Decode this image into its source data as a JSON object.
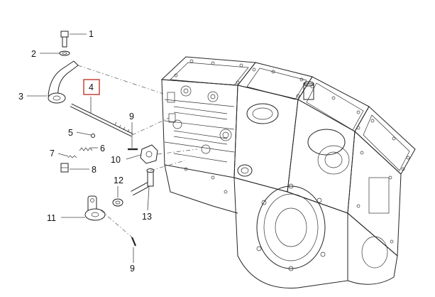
{
  "callouts": [
    {
      "id": "c1",
      "label": "1"
    },
    {
      "id": "c2",
      "label": "2"
    },
    {
      "id": "c3",
      "label": "3"
    },
    {
      "id": "c4",
      "label": "4",
      "highlighted": true
    },
    {
      "id": "c5",
      "label": "5"
    },
    {
      "id": "c6",
      "label": "6"
    },
    {
      "id": "c7",
      "label": "7"
    },
    {
      "id": "c8",
      "label": "8"
    },
    {
      "id": "c9a",
      "label": "9"
    },
    {
      "id": "c10",
      "label": "10"
    },
    {
      "id": "c11",
      "label": "11"
    },
    {
      "id": "c12",
      "label": "12"
    },
    {
      "id": "c13",
      "label": "13"
    },
    {
      "id": "c9b",
      "label": "9"
    }
  ],
  "colors": {
    "highlight_box": "#c0392b",
    "line_art": "#222222",
    "background": "#ffffff"
  }
}
